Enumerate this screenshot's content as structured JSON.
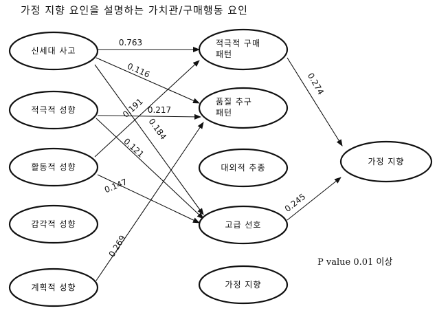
{
  "title": "가정 지향 요인을 설명하는 가치관/구매행동 요인",
  "note": "P value 0.01 이상",
  "nodes": {
    "sinsedae": "신세대 사고",
    "jeokgeuk_seonghyang": "적극적 성향",
    "hwaldong": "활동적 성향",
    "gamgak": "감각적 성향",
    "gyehoek": "계획적 성향",
    "jeokgeuk_gumae": [
      "적극적 구매",
      "패턴"
    ],
    "pumjil": [
      "품질 추구",
      "패턴"
    ],
    "daeoe": "대외적 추종",
    "gogeup": "고급 선호",
    "gajeong_mid": "가정 지향",
    "gajeong_right": "가정 지향"
  },
  "edges": [
    {
      "from": "sinsedae",
      "to": "jeokgeuk_gumae",
      "label": "0.763"
    },
    {
      "from": "sinsedae",
      "to": "pumjil",
      "label": "0.116"
    },
    {
      "from": "sinsedae",
      "to": "gogeup",
      "label": "0.184"
    },
    {
      "from": "jeokgeuk_seonghyang",
      "to": "pumjil",
      "label": "0.217"
    },
    {
      "from": "jeokgeuk_seonghyang",
      "to": "gogeup",
      "label": "0.121"
    },
    {
      "from": "hwaldong",
      "to": "jeokgeuk_gumae",
      "label": "0.191"
    },
    {
      "from": "hwaldong",
      "to": "gogeup",
      "label": "0.147"
    },
    {
      "from": "gyehoek",
      "to": "pumjil",
      "label": "0.269"
    },
    {
      "from": "jeokgeuk_gumae",
      "to": "gajeong_right",
      "label": "0.274"
    },
    {
      "from": "gogeup",
      "to": "gajeong_right",
      "label": "0.245"
    }
  ]
}
